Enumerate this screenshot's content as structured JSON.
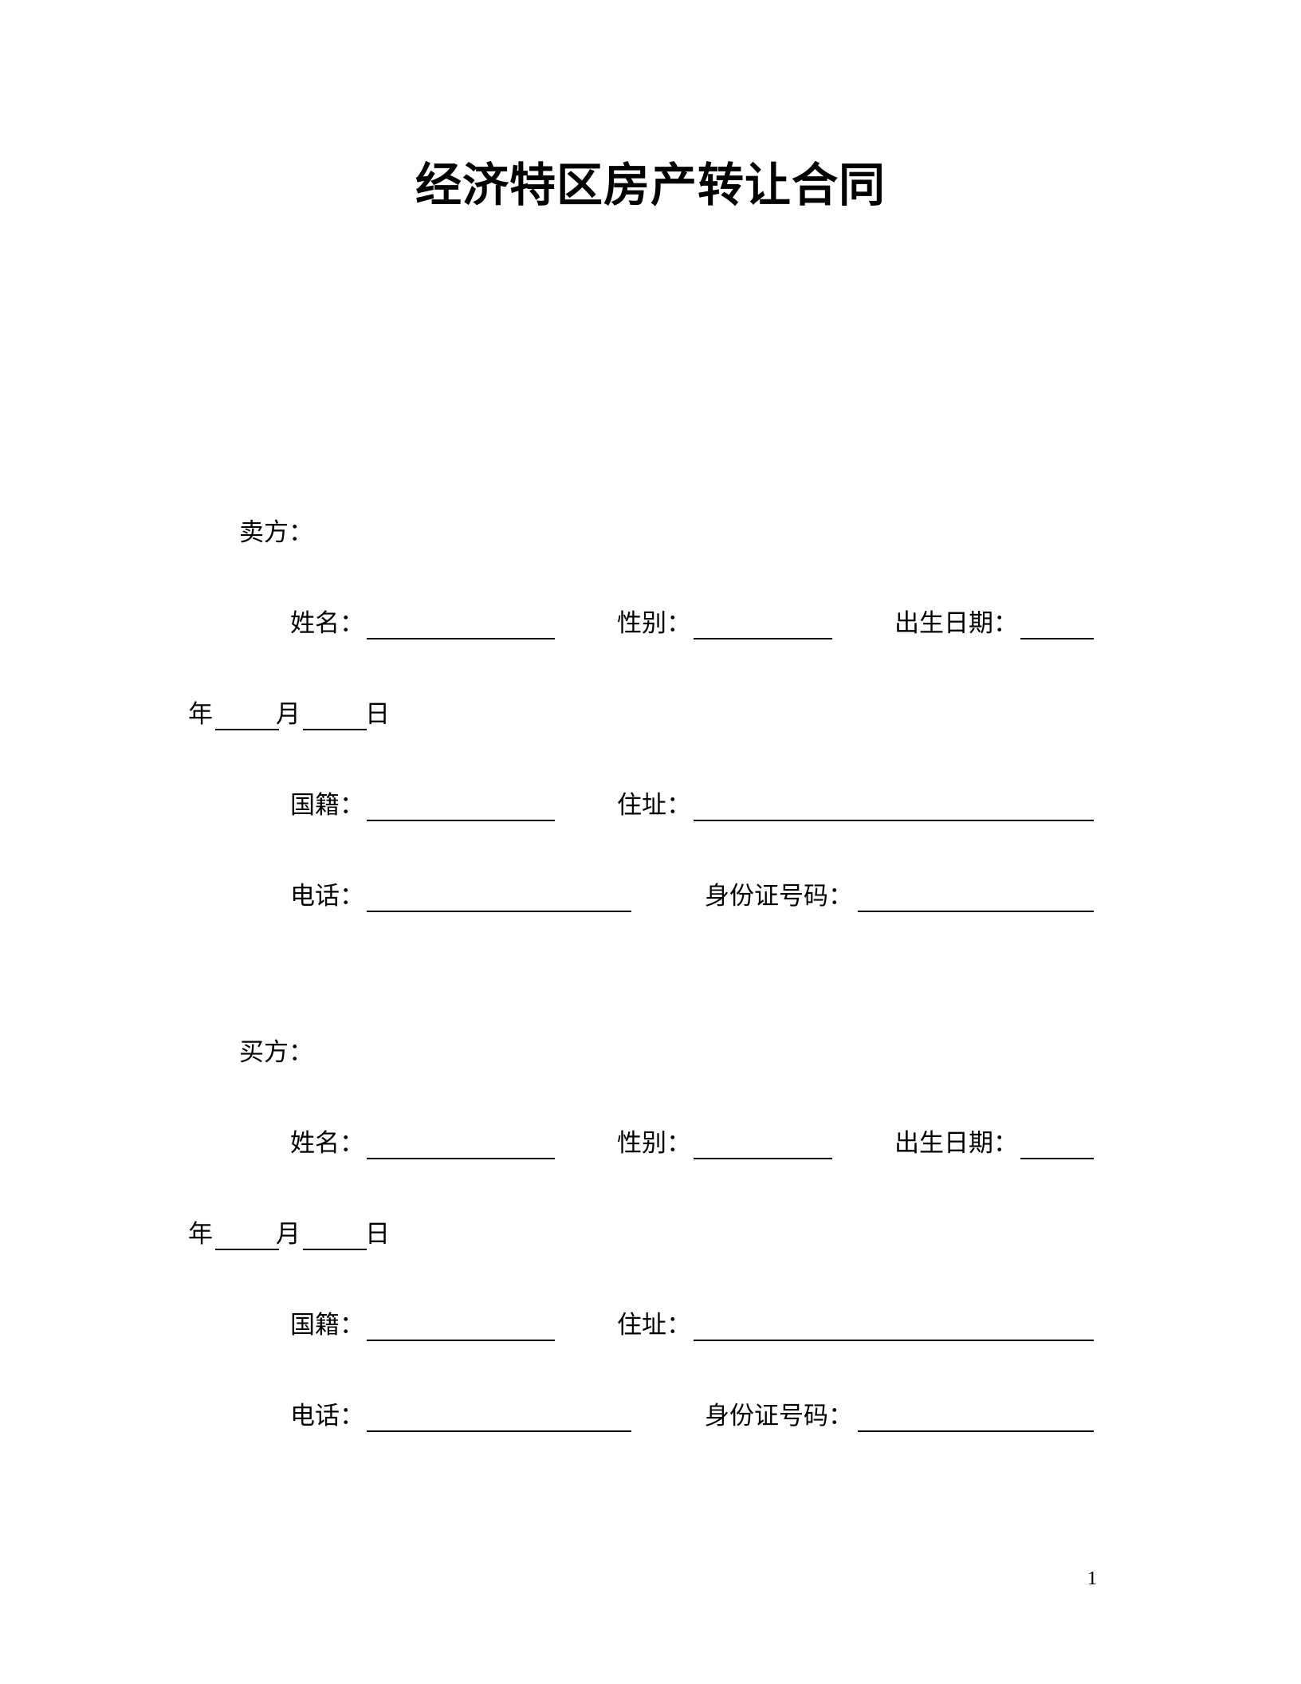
{
  "document": {
    "title": "经济特区房产转让合同",
    "page_number": "1"
  },
  "seller": {
    "heading": "卖方：",
    "name_label": "姓名：",
    "gender_label": "性别：",
    "birth_label": "出生日期：",
    "year_label": "年",
    "month_label": "月",
    "day_label": "日",
    "nationality_label": "国籍：",
    "address_label": "住址：",
    "phone_label": "电话：",
    "id_label": "身份证号码："
  },
  "buyer": {
    "heading": "买方：",
    "name_label": "姓名：",
    "gender_label": "性别：",
    "birth_label": "出生日期：",
    "year_label": "年",
    "month_label": "月",
    "day_label": "日",
    "nationality_label": "国籍：",
    "address_label": "住址：",
    "phone_label": "电话：",
    "id_label": "身份证号码："
  }
}
